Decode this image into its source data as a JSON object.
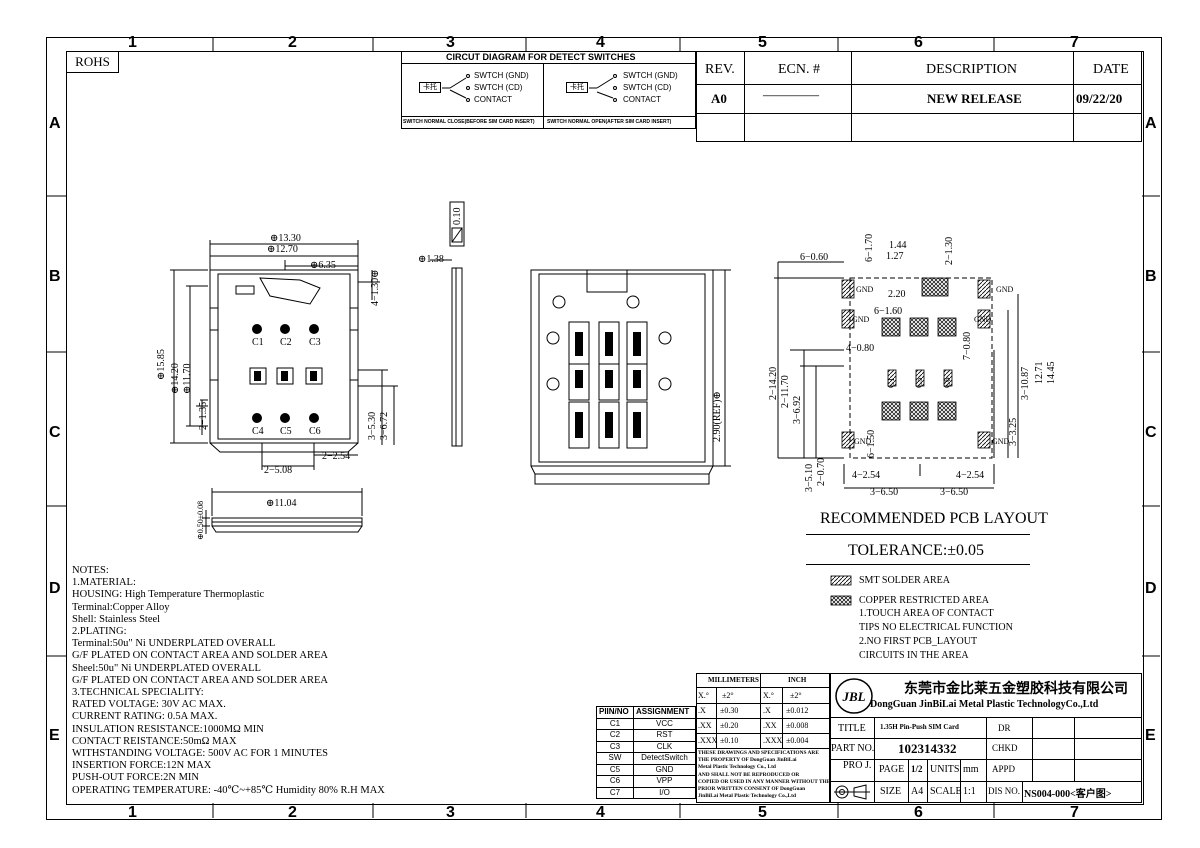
{
  "zones": {
    "columns": [
      "1",
      "2",
      "3",
      "4",
      "5",
      "6",
      "7"
    ],
    "rows": [
      "A",
      "B",
      "C",
      "D",
      "E"
    ]
  },
  "rohs": "ROHS",
  "circuit": {
    "title": "CIRCUT DIAGRAM FOR DETECT SWITCHES",
    "card_label": "卡托",
    "left": {
      "gnd": "SWTCH (GND)",
      "cd": "SWTCH (CD)",
      "contact": "CONTACT",
      "caption": "SWITCH NORMAL CLOSE(BEFORE SIM CARD INSERT)"
    },
    "right": {
      "gnd": "SWTCH (GND)",
      "cd": "SWTCH (CD)",
      "contact": "CONTACT",
      "caption": "SWITCH NORMAL OPEN(AFTER SIM CARD INSERT)"
    }
  },
  "revision": {
    "headers": {
      "rev": "REV.",
      "ecn": "ECN. #",
      "description": "DESCRIPTION",
      "date": "DATE"
    },
    "row": {
      "rev": "A0",
      "ecn": "————",
      "description": "NEW RELEASE",
      "date": "09/22/20"
    }
  },
  "dims": {
    "top_w1": "⊕13.30",
    "top_w2": "⊕12.70",
    "top_w3": "⊕6.35",
    "top_r1": "4−1.30⊕",
    "left_h1": "⊕15.85",
    "left_h2": "⊕14.20",
    "left_h3": "⊕11.70",
    "left_h4": "2−1.35",
    "right_h1": "3−5.30",
    "right_h2": "3−6.72",
    "bot_w1": "2−5.08",
    "bot_w2": "2−2.54",
    "contacts": [
      "C1",
      "C2",
      "C3",
      "C4",
      "C5",
      "C6"
    ],
    "side_w": "⊕11.04",
    "side_h": "⊕0.50±0.08",
    "profile_top": "0.10",
    "profile_w": "⊕1.38",
    "ref_h": "2.90(REF)⊕"
  },
  "pcb": {
    "dims": [
      "6−0.60",
      "6−1.70",
      "1.44",
      "1.27",
      "2−1.30",
      "2.20",
      "6−1.60",
      "7−0.80",
      "4−0.80",
      "2−14.20",
      "2−11.70",
      "3−6.92",
      "6−1.50",
      "3−10.87",
      "12.71",
      "14.45",
      "3−3.25",
      "3−5.10",
      "2−0.70",
      "4−2.54",
      "4−2.54",
      "3−6.50",
      "3−6.50"
    ],
    "gnd": "GND",
    "contacts": [
      "C1",
      "C5",
      "C6"
    ],
    "title": "RECOMMENDED PCB LAYOUT",
    "tolerance": "TOLERANCE:±0.05",
    "legend_smt": "SMT SOLDER AREA",
    "legend_copper": "COPPER RESTRICTED AREA",
    "legend_lines": [
      "1.TOUCH AREA OF CONTACT",
      "TIPS NO ELECTRICAL FUNCTION",
      "2.NO FIRST PCB_LAYOUT",
      "CIRCUITS IN THE AREA"
    ]
  },
  "notes": [
    "NOTES:",
    " 1.MATERIAL:",
    "   HOUSING: High Temperature Thermoplastic",
    "   Terminal:Copper Alloy",
    "   Shell: Stainless Steel",
    " 2.PLATING:",
    "   Terminal:50u\" Ni UNDERPLATED OVERALL",
    "   G/F PLATED ON CONTACT AREA AND SOLDER AREA",
    "   Sheel:50u\" Ni UNDERPLATED OVERALL",
    "   G/F PLATED ON CONTACT AREA AND SOLDER AREA",
    " 3.TECHNICAL SPECIALITY:",
    "   RATED VOLTAGE: 30V AC MAX.",
    "   CURRENT RATING: 0.5A MAX.",
    "   INSULATION RESISTANCE:1000MΩ MIN",
    "   CONTACT REISTANCE:50mΩ MAX",
    "   WITHSTANDING VOLTAGE: 500V AC FOR 1 MINUTES",
    "   INSERTION FORCE:12N MAX",
    "   PUSH-OUT FORCE:2N MIN",
    "   OPERATING TEMPERATURE: -40℃~+85℃ Humidity 80% R.H MAX"
  ],
  "pins": {
    "headers": [
      "PIIN/NO",
      "ASSIGNMENT"
    ],
    "rows": [
      [
        "C1",
        "VCC"
      ],
      [
        "C2",
        "RST"
      ],
      [
        "C3",
        "CLK"
      ],
      [
        "SW",
        "DetectSwitch"
      ],
      [
        "C5",
        "GND"
      ],
      [
        "C6",
        "VPP"
      ],
      [
        "C7",
        "I/O"
      ]
    ]
  },
  "tolerances": {
    "headers": [
      "MILLIMETERS",
      "INCH"
    ],
    "rows": [
      [
        "X.°",
        "±2°",
        "X.°",
        "±2°"
      ],
      [
        ".X",
        "±0.30",
        ".X",
        "±0.012"
      ],
      [
        ".XX",
        "±0.20",
        ".XX",
        "±0.008"
      ],
      [
        ".XXX",
        "±0.10",
        ".XXX",
        "±0.004"
      ]
    ],
    "disclaimer": [
      "THESE DRAWINGS AND SPECIFICATIONS ARE",
      "THE PROPERTY OF DongGuan JinBiLai",
      "Metal Plastic Technology Co., Ltd",
      "AND SHALL NOT BE REPRODUCED OR",
      "COPIED OR USED IN ANY MANNER WITHOUT THE",
      "PRIOR WRITTEN CONSENT OF DongGuan",
      "JinBiLai Metal Plastic Technology Co.,Ltd"
    ]
  },
  "company": {
    "logo": "JBL",
    "name_cn": "东莞市金比莱五金塑胶科技有限公司",
    "name_en": "DongGuan JinBiLai Metal Plastic TechnologyCo.,Ltd"
  },
  "titleblock": {
    "title_label": "TITLE",
    "title_value": "1.35H Pin-Push SIM Card",
    "dr": "DR",
    "part_label": "PART NO.",
    "part_value": "102314332",
    "chkd": "CHKD",
    "proj": "PRO J.",
    "page_label": "PAGE",
    "page_value": "1/2",
    "units_label": "UNITS",
    "units_value": "mm",
    "appd": "APPD",
    "size_label": "SIZE",
    "size_value": "A4",
    "scale_label": "SCALE",
    "scale_value": "1:1",
    "dis_label": "DIS NO.",
    "dis_value": "NS004-000<客户图>"
  }
}
